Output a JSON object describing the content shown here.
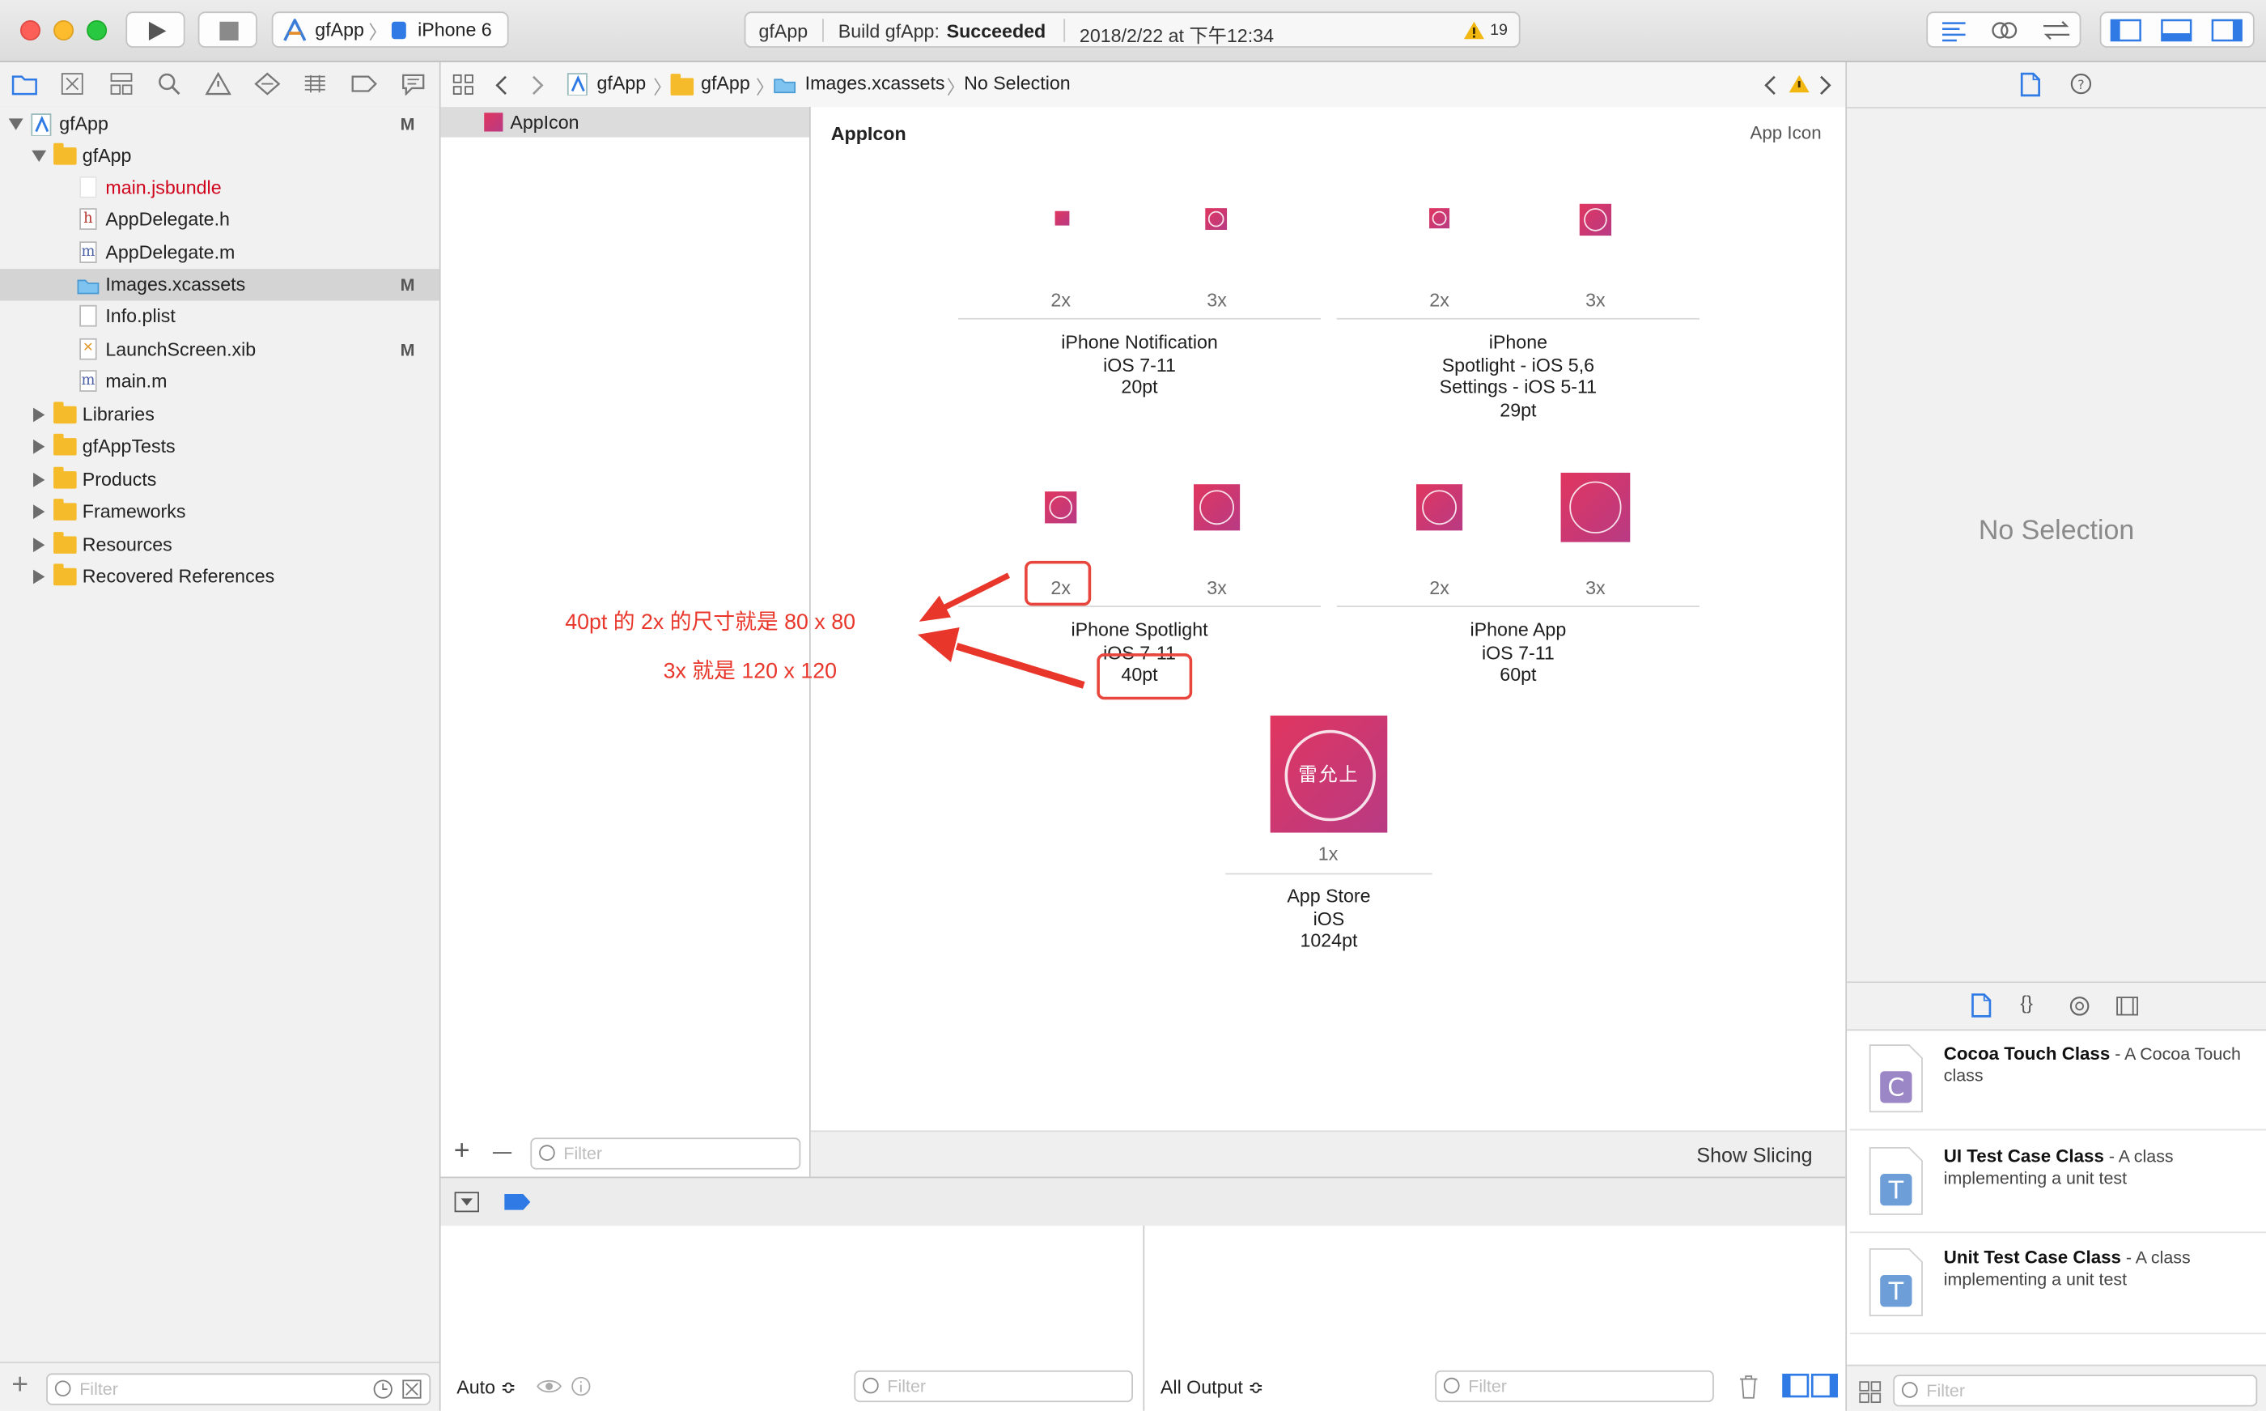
{
  "toolbar": {
    "scheme_project": "gfApp",
    "scheme_device": "iPhone 6",
    "status_project": "gfApp",
    "status_build_prefix": "Build gfApp:",
    "status_build_result": "Succeeded",
    "status_time": "2018/2/22 at 下午12:34",
    "warning_count": "19"
  },
  "navigator": {
    "items": [
      {
        "label": "gfApp",
        "badge": "M"
      },
      {
        "label": "gfApp",
        "badge": ""
      },
      {
        "label": "main.jsbundle",
        "badge": ""
      },
      {
        "label": "AppDelegate.h",
        "badge": "",
        "icon_letter": "h"
      },
      {
        "label": "AppDelegate.m",
        "badge": "",
        "icon_letter": "m"
      },
      {
        "label": "Images.xcassets",
        "badge": "M"
      },
      {
        "label": "Info.plist",
        "badge": ""
      },
      {
        "label": "LaunchScreen.xib",
        "badge": "M"
      },
      {
        "label": "main.m",
        "badge": "",
        "icon_letter": "m"
      },
      {
        "label": "Libraries",
        "badge": ""
      },
      {
        "label": "gfAppTests",
        "badge": ""
      },
      {
        "label": "Products",
        "badge": ""
      },
      {
        "label": "Frameworks",
        "badge": ""
      },
      {
        "label": "Resources",
        "badge": ""
      },
      {
        "label": "Recovered References",
        "badge": ""
      }
    ],
    "filter_placeholder": "Filter"
  },
  "jumpbar": {
    "crumbs": [
      "gfApp",
      "gfApp",
      "Images.xcassets",
      "No Selection"
    ]
  },
  "asset_list": {
    "items": [
      "AppIcon"
    ],
    "filter_placeholder": "Filter"
  },
  "asset_canvas": {
    "title": "AppIcon",
    "type_label": "App Icon",
    "groups": [
      {
        "scales": [
          "2x",
          "3x"
        ],
        "lines": [
          "iPhone Notification",
          "iOS 7-11",
          "20pt"
        ]
      },
      {
        "scales": [
          "2x",
          "3x"
        ],
        "lines": [
          "iPhone",
          "Spotlight - iOS 5,6",
          "Settings - iOS 5-11",
          "29pt"
        ]
      },
      {
        "scales": [
          "2x",
          "3x"
        ],
        "lines": [
          "iPhone Spotlight",
          "iOS 7-11",
          "40pt"
        ]
      },
      {
        "scales": [
          "2x",
          "3x"
        ],
        "lines": [
          "iPhone App",
          "iOS 7-11",
          "60pt"
        ]
      },
      {
        "scales": [
          "1x"
        ],
        "lines": [
          "App Store",
          "iOS",
          "1024pt"
        ]
      }
    ],
    "icon_text": "雷允上",
    "show_slicing": "Show Slicing"
  },
  "annotations": {
    "line1": "40pt 的 2x 的尺寸就是 80 x 80",
    "line2": "3x 就是 120 x 120",
    "color": "#e8362b"
  },
  "debug": {
    "auto_label": "Auto ≎",
    "filter_placeholder": "Filter",
    "output_label": "All Output ≎",
    "console_filter_placeholder": "Filter"
  },
  "inspector": {
    "empty_label": "No Selection"
  },
  "library": {
    "items": [
      {
        "title": "Cocoa Touch Class",
        "desc": " - A Cocoa Touch class",
        "letter": "C",
        "color": "#9b86c6"
      },
      {
        "title": "UI Test Case Class",
        "desc": " - A class implementing a unit test",
        "letter": "T",
        "color": "#6e9ed8"
      },
      {
        "title": "Unit Test Case Class",
        "desc": " - A class implementing a unit test",
        "letter": "T",
        "color": "#6e9ed8"
      }
    ],
    "filter_placeholder": "Filter"
  },
  "colors": {
    "accent": "#2f7ae5",
    "selection_bg": "#d4d4d4",
    "icon_gradient_start": "#e0365f",
    "icon_gradient_end": "#b83a84",
    "error_text": "#d0021b"
  }
}
